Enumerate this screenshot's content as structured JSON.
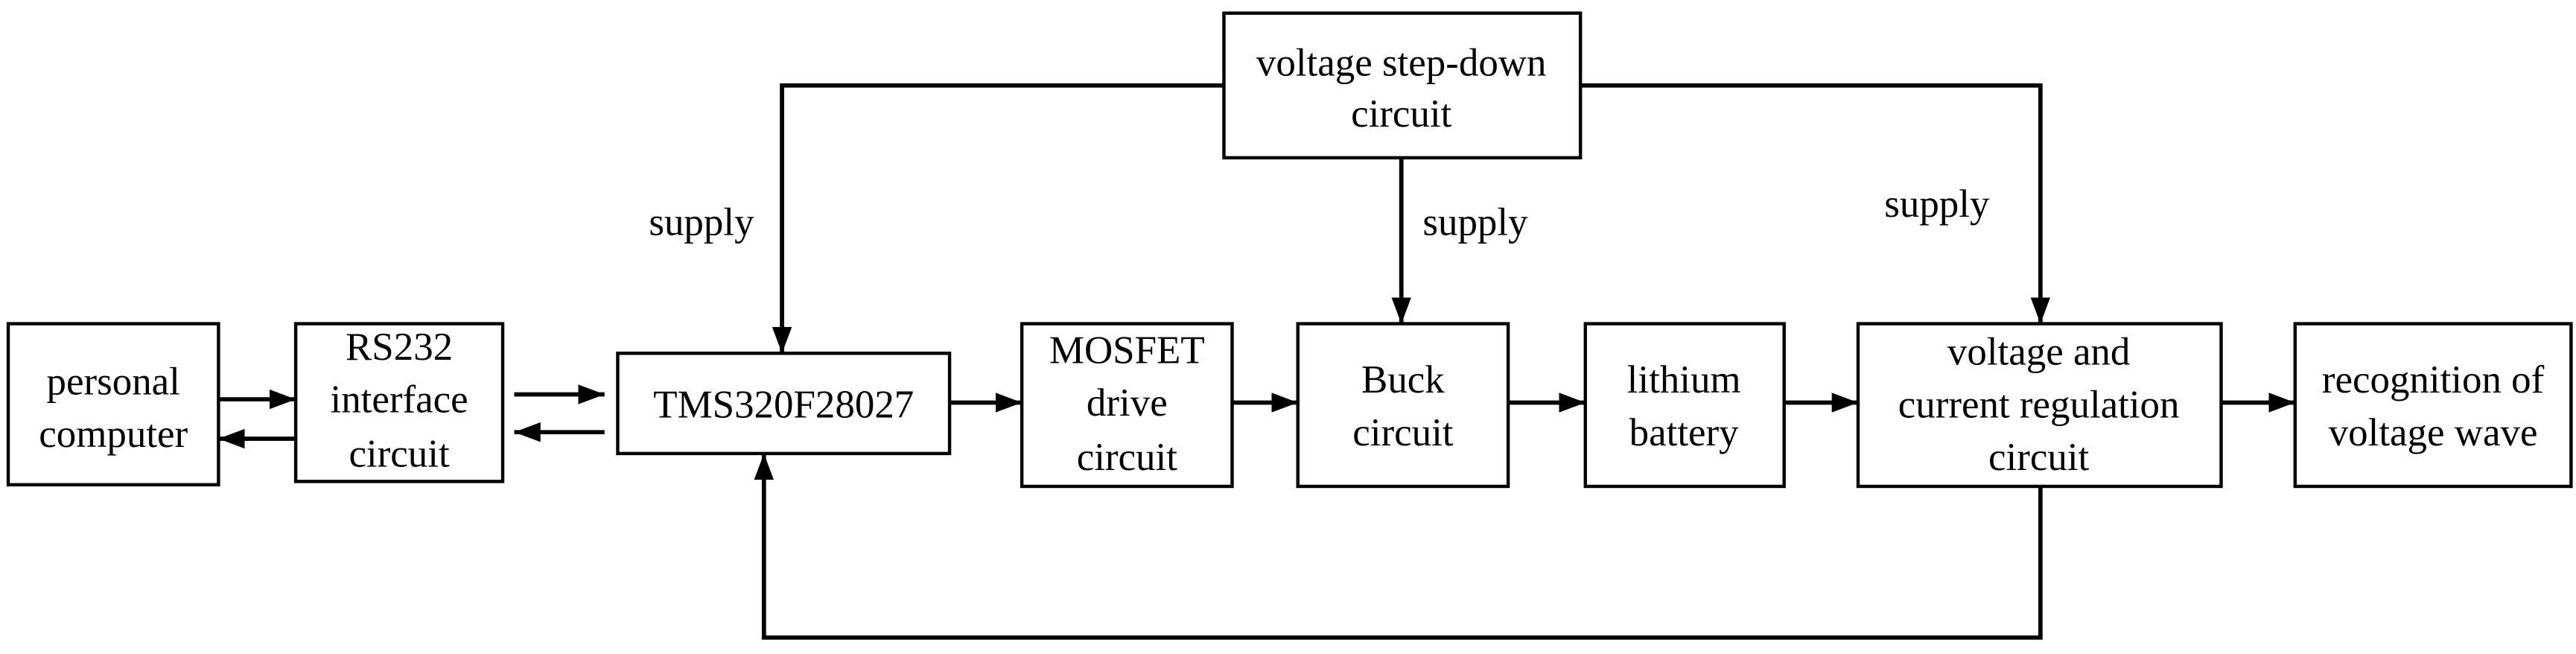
{
  "diagram": {
    "nodes": [
      {
        "lines": [
          "personal",
          "computer"
        ]
      },
      {
        "lines": [
          "RS232",
          "interface",
          "circuit"
        ]
      },
      {
        "lines": [
          "TMS320F28027"
        ]
      },
      {
        "lines": [
          "MOSFET",
          "drive",
          "circuit"
        ]
      },
      {
        "lines": [
          "Buck",
          "circuit"
        ]
      },
      {
        "lines": [
          "lithium",
          "battery"
        ]
      },
      {
        "lines": [
          "voltage and",
          "current regulation",
          "circuit"
        ]
      },
      {
        "lines": [
          "recognition of",
          "voltage wave"
        ]
      },
      {
        "lines": [
          "voltage step-down",
          "circuit"
        ]
      }
    ],
    "edges": [
      {
        "from": 0,
        "to": 1
      },
      {
        "from": 1,
        "to": 0
      },
      {
        "from": 1,
        "to": 2
      },
      {
        "from": 2,
        "to": 1
      },
      {
        "from": 2,
        "to": 3
      },
      {
        "from": 3,
        "to": 4
      },
      {
        "from": 4,
        "to": 5
      },
      {
        "from": 5,
        "to": 6
      },
      {
        "from": 6,
        "to": 7
      },
      {
        "from": 8,
        "to": 2,
        "label": "supply"
      },
      {
        "from": 8,
        "to": 4,
        "label": "supply"
      },
      {
        "from": 8,
        "to": 6,
        "label": "supply"
      },
      {
        "from": 6,
        "to": 2
      }
    ]
  },
  "colors": {
    "line": "#000000",
    "background": "#ffffff"
  }
}
